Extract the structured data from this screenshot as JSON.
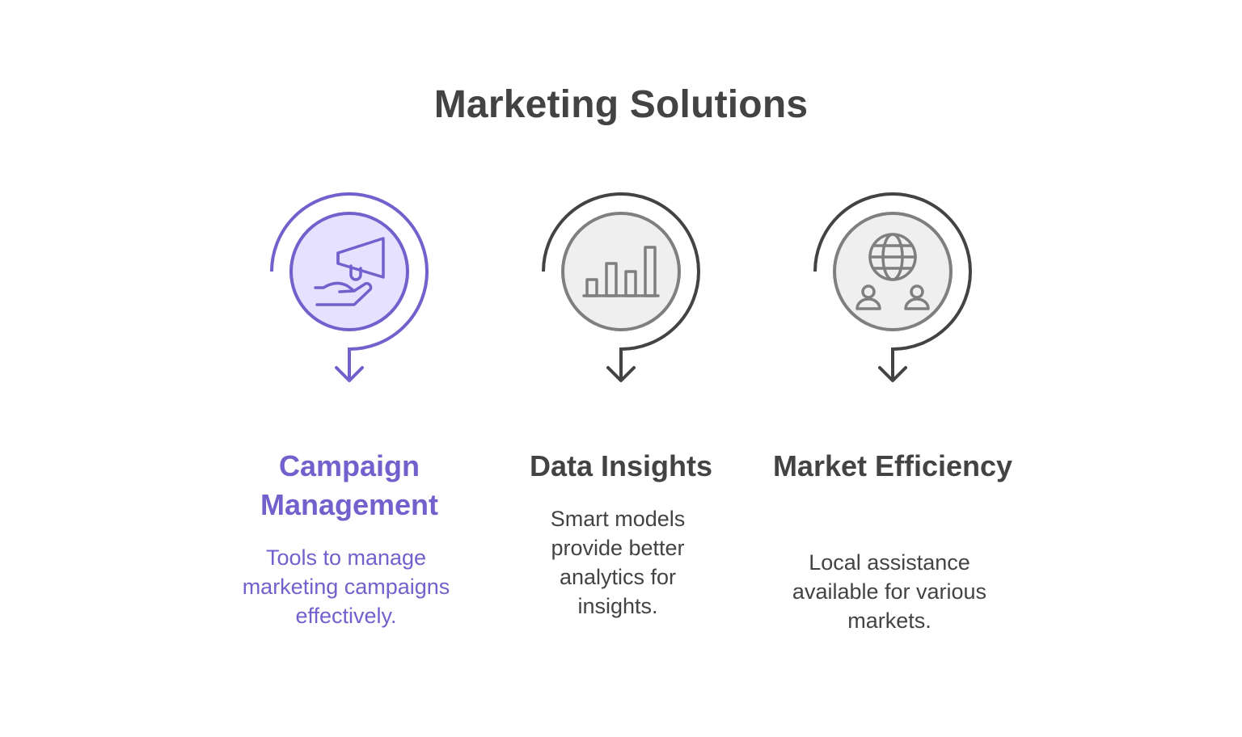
{
  "title": "Marketing Solutions",
  "colors": {
    "accent": "#7260cc",
    "accent_fill": "#e5e1ff",
    "neutral_ring": "#434343",
    "neutral_icon": "#7f7f7f",
    "neutral_fill": "#efefef",
    "text": "#434343"
  },
  "steps": [
    {
      "heading": "Campaign Management",
      "description": "Tools to manage marketing campaigns effectively.",
      "icon": "megaphone-hand-icon"
    },
    {
      "heading": "Data Insights",
      "description": "Smart models provide better analytics for insights.",
      "icon": "bar-chart-icon"
    },
    {
      "heading": "Market Efficiency",
      "description": "Local assistance available for various markets.",
      "icon": "globe-people-icon"
    }
  ]
}
